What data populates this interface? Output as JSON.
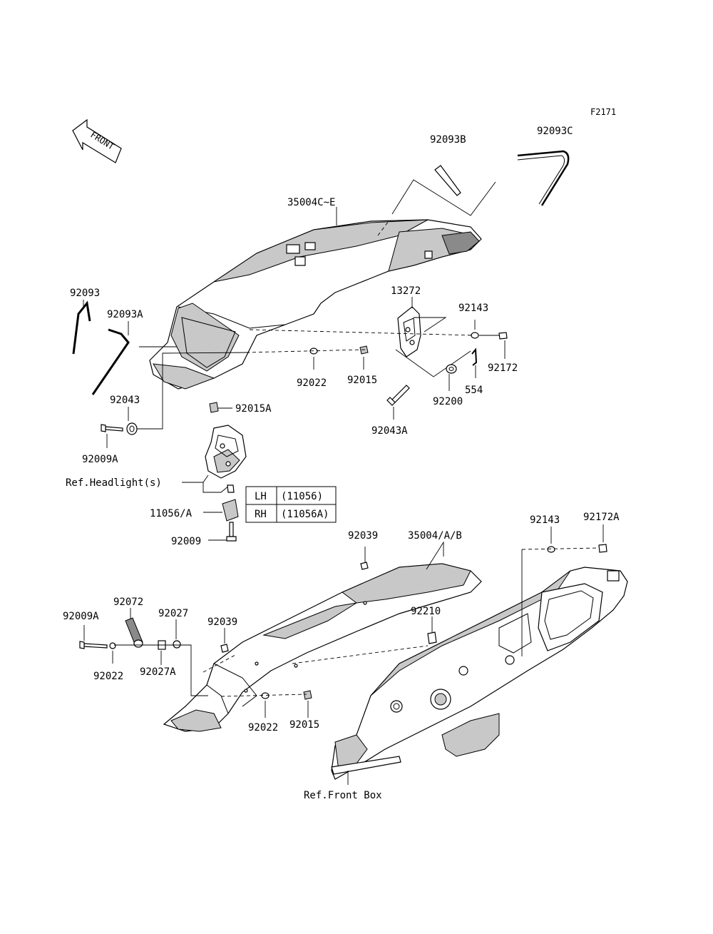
{
  "figure_code": "F2171",
  "front_arrow": "FRONT",
  "labels": {
    "l_92093B": "92093B",
    "l_92093C": "92093C",
    "l_35004C_E": "35004C~E",
    "l_92093": "92093",
    "l_92093A": "92093A",
    "l_13272": "13272",
    "l_92143_top": "92143",
    "l_92172": "92172",
    "l_92022_top": "92022",
    "l_92015_top": "92015",
    "l_554": "554",
    "l_92200": "92200",
    "l_92043": "92043",
    "l_92015A": "92015A",
    "l_92043A": "92043A",
    "l_92009A_top": "92009A",
    "l_ref_headlight": "Ref.Headlight(s)",
    "l_11056A": "11056/A",
    "l_92009": "92009",
    "l_92039_top": "92039",
    "l_35004_AB": "35004/A/B",
    "l_92143_bot": "92143",
    "l_92172A": "92172A",
    "l_92072": "92072",
    "l_92027": "92027",
    "l_92009A_bot": "92009A",
    "l_92039_mid": "92039",
    "l_92210": "92210",
    "l_92022_bot": "92022",
    "l_92027A": "92027A",
    "l_92022_low": "92022",
    "l_92015_low": "92015",
    "l_ref_front_box": "Ref.Front Box"
  },
  "side_table": [
    {
      "side": "LH",
      "part": "(11056)"
    },
    {
      "side": "RH",
      "part": "(11056A)"
    }
  ]
}
